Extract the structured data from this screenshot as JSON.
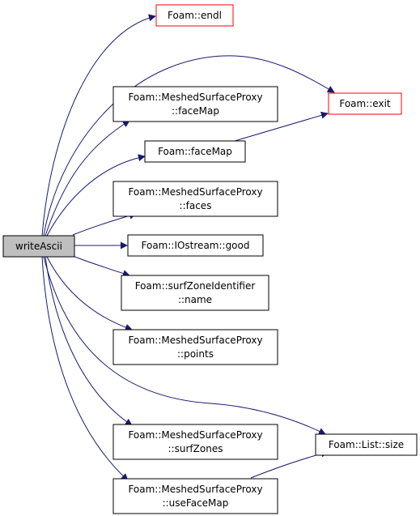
{
  "colors": {
    "edge": "#191970",
    "unresolved_border": "#ff0000",
    "root_fill": "#bfbfbf",
    "node_border": "#000000"
  },
  "nodes": {
    "root": {
      "lines": [
        "writeAscii"
      ]
    },
    "endl": {
      "lines": [
        "Foam::endl"
      ]
    },
    "exit": {
      "lines": [
        "Foam::exit"
      ]
    },
    "proxy_faceMap": {
      "lines": [
        "Foam::MeshedSurfaceProxy",
        "::faceMap"
      ]
    },
    "faceMap": {
      "lines": [
        "Foam::faceMap"
      ]
    },
    "proxy_faces": {
      "lines": [
        "Foam::MeshedSurfaceProxy",
        "::faces"
      ]
    },
    "good": {
      "lines": [
        "Foam::IOstream::good"
      ]
    },
    "name": {
      "lines": [
        "Foam::surfZoneIdentifier",
        "::name"
      ]
    },
    "points": {
      "lines": [
        "Foam::MeshedSurfaceProxy",
        "::points"
      ]
    },
    "surfZones": {
      "lines": [
        "Foam::MeshedSurfaceProxy",
        "::surfZones"
      ]
    },
    "size": {
      "lines": [
        "Foam::List::size"
      ]
    },
    "useFaceMap": {
      "lines": [
        "Foam::MeshedSurfaceProxy",
        "::useFaceMap"
      ]
    }
  }
}
